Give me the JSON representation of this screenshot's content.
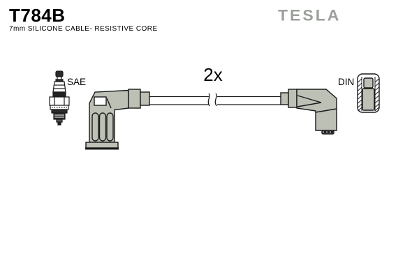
{
  "header": {
    "part_number": "T784B",
    "subtitle": "7mm SILICONE CABLE- RESISTIVE CORE",
    "brand": "TESLA"
  },
  "diagram": {
    "quantity_label": "2x",
    "left_terminal_label": "SAE",
    "right_terminal_label": "DIN"
  },
  "colors": {
    "brand_gray": "#9ba09a",
    "boot_gray": "#bcc0b5",
    "outline_black": "#1a1a1a",
    "dark_metal": "#2b2b2b",
    "nub_gray": "#777777"
  }
}
